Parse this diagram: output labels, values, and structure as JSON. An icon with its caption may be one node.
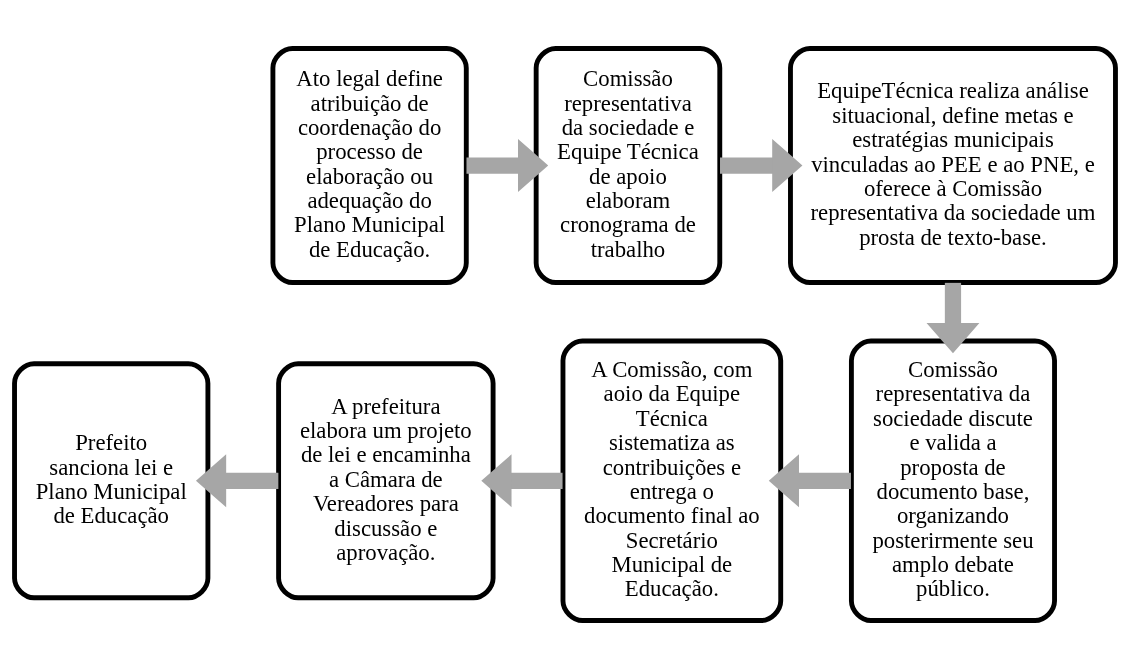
{
  "diagram": {
    "nodes": [
      {
        "text": [
          "Ato legal define atribuição de coordenação do processo de elaboração ou adequação do Plano Municipal de Educação."
        ]
      },
      {
        "text": [
          "Comissão representativa da sociedade e Equipe Técnica de apoio elaboram cronograma de trabalho"
        ]
      },
      {
        "text": [
          "EquipeTécnica realiza análise situacional, define metas e estratégias municipais vinculadas ao PEE e ao PNE, e oferece à Comissão representativa da sociedade um prosta de texto-base."
        ]
      },
      {
        "text": [
          "Comissão representativa da sociedade discute e valida a proposta de documento base, organizando posterirmente seu amplo debate público."
        ]
      },
      {
        "text": [
          "A Comissão, com aoio da Equipe Técnica sistematiza as contribuições e entrega o documento final ao Secretário Municipal de Educação."
        ]
      },
      {
        "text": [
          "A prefeitura elabora um projeto de lei e encaminha a Câmara de Vereadores para discussão e aprovação."
        ]
      },
      {
        "text": [
          "Prefeito sanciona lei e Plano Municipal de Educação"
        ]
      }
    ],
    "edges": [
      {
        "from": 0,
        "to": 1,
        "arrow": "to"
      },
      {
        "from": 1,
        "to": 2,
        "arrow": "to"
      },
      {
        "from": 2,
        "to": 3,
        "arrow": "to"
      },
      {
        "from": 3,
        "to": 4,
        "arrow": "to"
      },
      {
        "from": 4,
        "to": 5,
        "arrow": "to"
      },
      {
        "from": 5,
        "to": 6,
        "arrow": "to"
      }
    ]
  }
}
